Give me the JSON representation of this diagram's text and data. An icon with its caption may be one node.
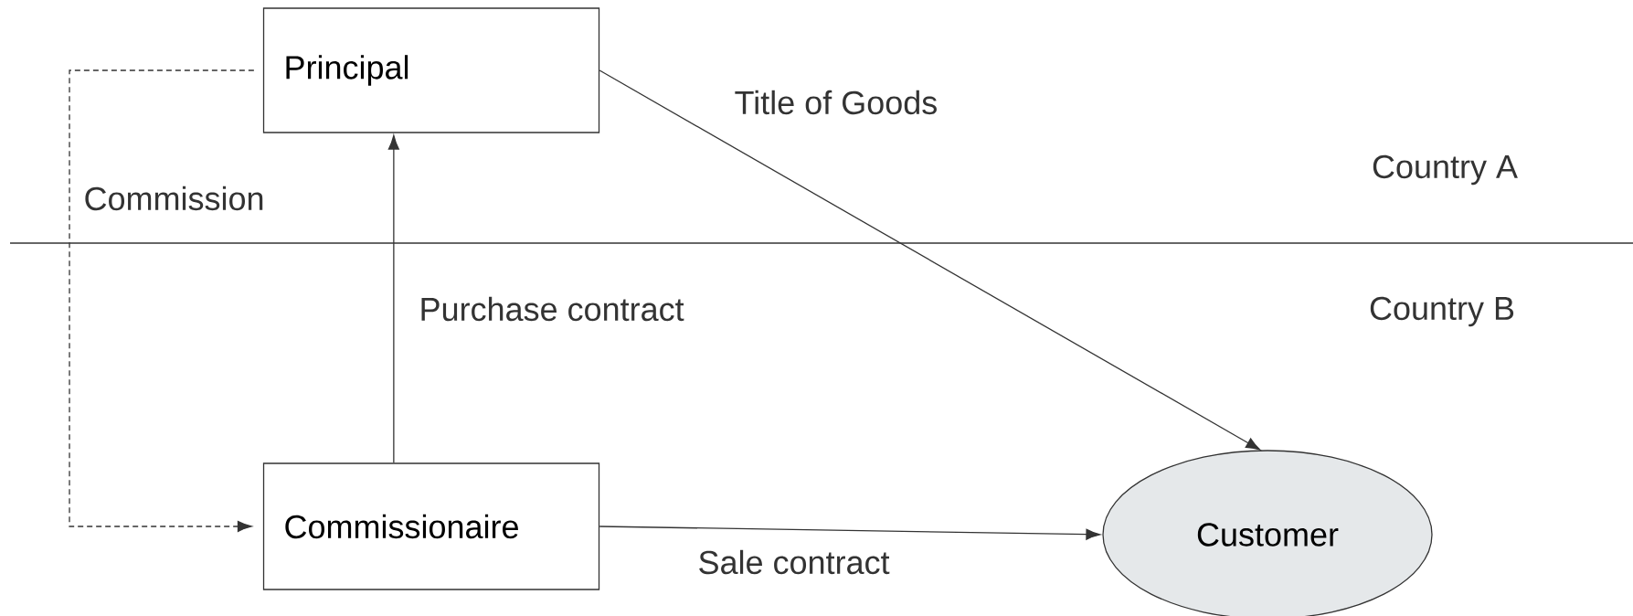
{
  "diagram": {
    "nodes": [
      {
        "text": [
          "Principal"
        ]
      },
      {
        "text": [
          "Commissionaire"
        ]
      },
      {
        "text": [
          "Customer"
        ]
      }
    ],
    "edges": [
      {
        "from": 0,
        "to": 1,
        "arrow": "to",
        "style": "dashed",
        "label": "Commission"
      },
      {
        "from": 1,
        "to": 0,
        "arrow": "to",
        "label": "Purchase contract"
      },
      {
        "from": 0,
        "to": 2,
        "arrow": "to",
        "label": "Title of Goods"
      },
      {
        "from": 1,
        "to": 2,
        "arrow": "to",
        "label": "Sale contract"
      }
    ],
    "labels": [
      "Country A",
      "Country B"
    ]
  }
}
